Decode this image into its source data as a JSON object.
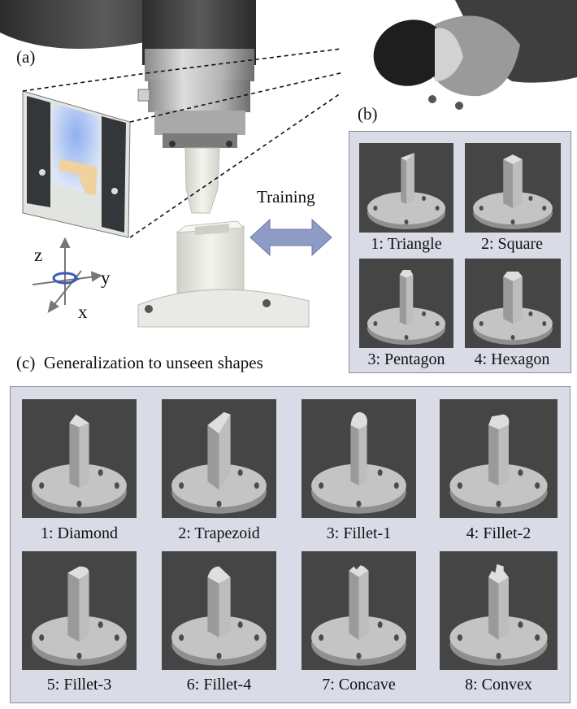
{
  "labels": {
    "a": "(a)",
    "b": "(b)",
    "c": "(c)",
    "c_title": "Generalization to unseen shapes",
    "training": "Training",
    "axis_z": "z",
    "axis_y": "y",
    "axis_x": "x"
  },
  "training_shapes": [
    {
      "label": "1: Triangle",
      "shape": "triangle"
    },
    {
      "label": "2: Square",
      "shape": "square"
    },
    {
      "label": "3: Pentagon",
      "shape": "pentagon"
    },
    {
      "label": "4: Hexagon",
      "shape": "hexagon"
    }
  ],
  "unseen_shapes": [
    {
      "label": "1: Diamond",
      "shape": "diamond"
    },
    {
      "label": "2: Trapezoid",
      "shape": "trapezoid"
    },
    {
      "label": "3: Fillet-1",
      "shape": "fillet-1"
    },
    {
      "label": "4: Fillet-2",
      "shape": "fillet-2"
    },
    {
      "label": "5: Fillet-3",
      "shape": "fillet-3"
    },
    {
      "label": "6: Fillet-4",
      "shape": "fillet-4"
    },
    {
      "label": "7: Concave",
      "shape": "concave"
    },
    {
      "label": "8: Convex",
      "shape": "convex"
    }
  ],
  "colors": {
    "panel_bg": "#d9dbe6",
    "tile_bg": "#454545",
    "arrow": "#8e9bc4",
    "robot": "#4a4a4a",
    "peg": "#eeeeea"
  }
}
